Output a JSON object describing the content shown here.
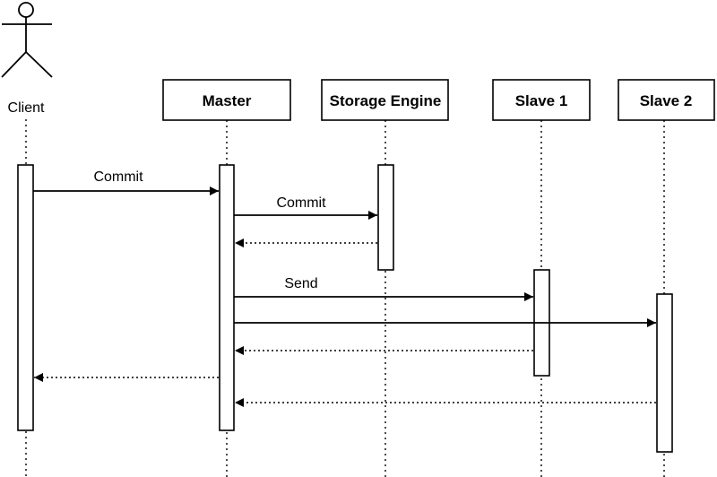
{
  "actor": {
    "label": "Client"
  },
  "participants": [
    {
      "id": "master",
      "label": "Master"
    },
    {
      "id": "storage",
      "label": "Storage Engine"
    },
    {
      "id": "slave1",
      "label": "Slave 1"
    },
    {
      "id": "slave2",
      "label": "Slave 2"
    }
  ],
  "messages": [
    {
      "from": "client",
      "to": "master",
      "label": "Commit",
      "kind": "call"
    },
    {
      "from": "master",
      "to": "storage",
      "label": "Commit",
      "kind": "call"
    },
    {
      "from": "storage",
      "to": "master",
      "label": "",
      "kind": "return"
    },
    {
      "from": "master",
      "to": "slave1",
      "label": "Send",
      "kind": "call"
    },
    {
      "from": "master",
      "to": "slave2",
      "label": "",
      "kind": "call"
    },
    {
      "from": "slave1",
      "to": "master",
      "label": "",
      "kind": "return"
    },
    {
      "from": "master",
      "to": "client",
      "label": "",
      "kind": "return"
    },
    {
      "from": "slave2",
      "to": "master",
      "label": "",
      "kind": "return"
    }
  ]
}
